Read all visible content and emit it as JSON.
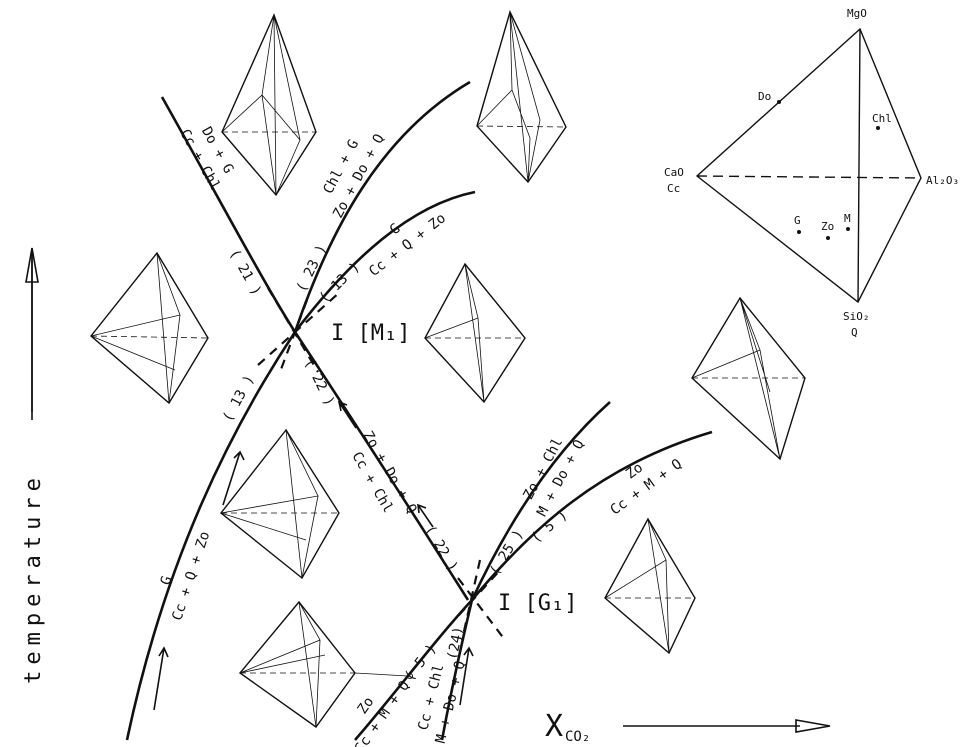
{
  "reference_tetrahedron": {
    "apex_top": "MgO",
    "apex_right": "Al₂O₃",
    "apex_left": [
      "CaO",
      "Cc"
    ],
    "apex_bottom": [
      "SiO₂",
      "Q"
    ],
    "points": {
      "do": "Do",
      "chl": "Chl",
      "g": "G",
      "zo": "Zo",
      "m": "M"
    }
  },
  "invariant_points": {
    "m1": "I [M₁]",
    "g1": "I [G₁]"
  },
  "reactions": {
    "r21": {
      "number": "( 21 )",
      "upper": "Do + G",
      "lower": "Cc + Chl"
    },
    "r23": {
      "number": "( 23 )",
      "upper": "Chl + G",
      "lower": "Zo + Do + Q"
    },
    "r13_upper": {
      "number": "( 13 )",
      "upper": "G",
      "lower": "Cc + Q + Zo"
    },
    "r13_lower": {
      "number": "( 13 )",
      "upper": "G",
      "lower": "Cc + Q + Zo"
    },
    "r22": {
      "number_upper": "( 22 )",
      "number_lower": "( 22 )",
      "upper": "Zo + Do + Q",
      "lower": "Cc + Chl"
    },
    "r25": {
      "number": "( 25 )",
      "upper": "Zo + Chl",
      "lower": "M + Do + Q"
    },
    "r5_upper": {
      "number": "( 5 )",
      "upper": "Zo",
      "lower": "Cc + M + Q"
    },
    "r5_lower": {
      "number": "( 5 )",
      "upper": "Zo",
      "lower": "Cc + M + Q"
    },
    "r24": {
      "number": "(24)",
      "upper": "Cc + Chl",
      "lower": "M + Do + Q"
    }
  },
  "axes": {
    "y_label": "temperature",
    "x_label_main": "X",
    "x_label_sub": "CO₂"
  }
}
